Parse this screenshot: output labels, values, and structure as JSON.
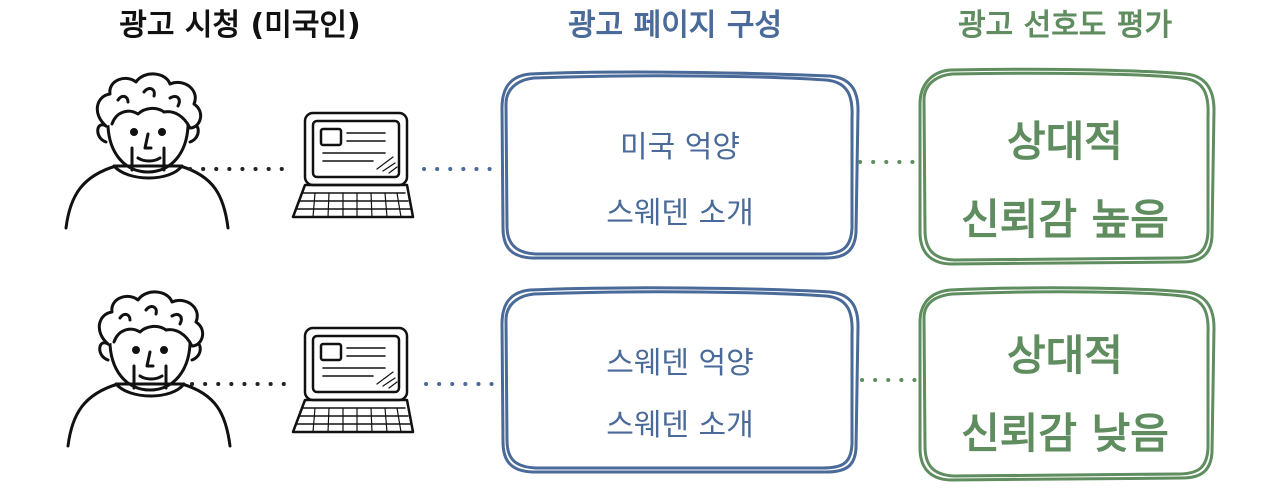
{
  "colors": {
    "ink": "#111111",
    "blue": "#4a6a99",
    "green": "#5f8d5f"
  },
  "headers": {
    "viewers": "광고 시청 (미국인)",
    "page_composition": "광고 페이지 구성",
    "preference_rating": "광고 선호도 평가"
  },
  "rows": [
    {
      "page_lines": [
        "미국 억양",
        "스웨덴 소개"
      ],
      "result_lines": [
        "상대적",
        "신뢰감 높음"
      ]
    },
    {
      "page_lines": [
        "스웨덴 억양",
        "스웨덴 소개"
      ],
      "result_lines": [
        "상대적",
        "신뢰감 낮음"
      ]
    }
  ],
  "icons": [
    "person-icon",
    "laptop-icon"
  ]
}
